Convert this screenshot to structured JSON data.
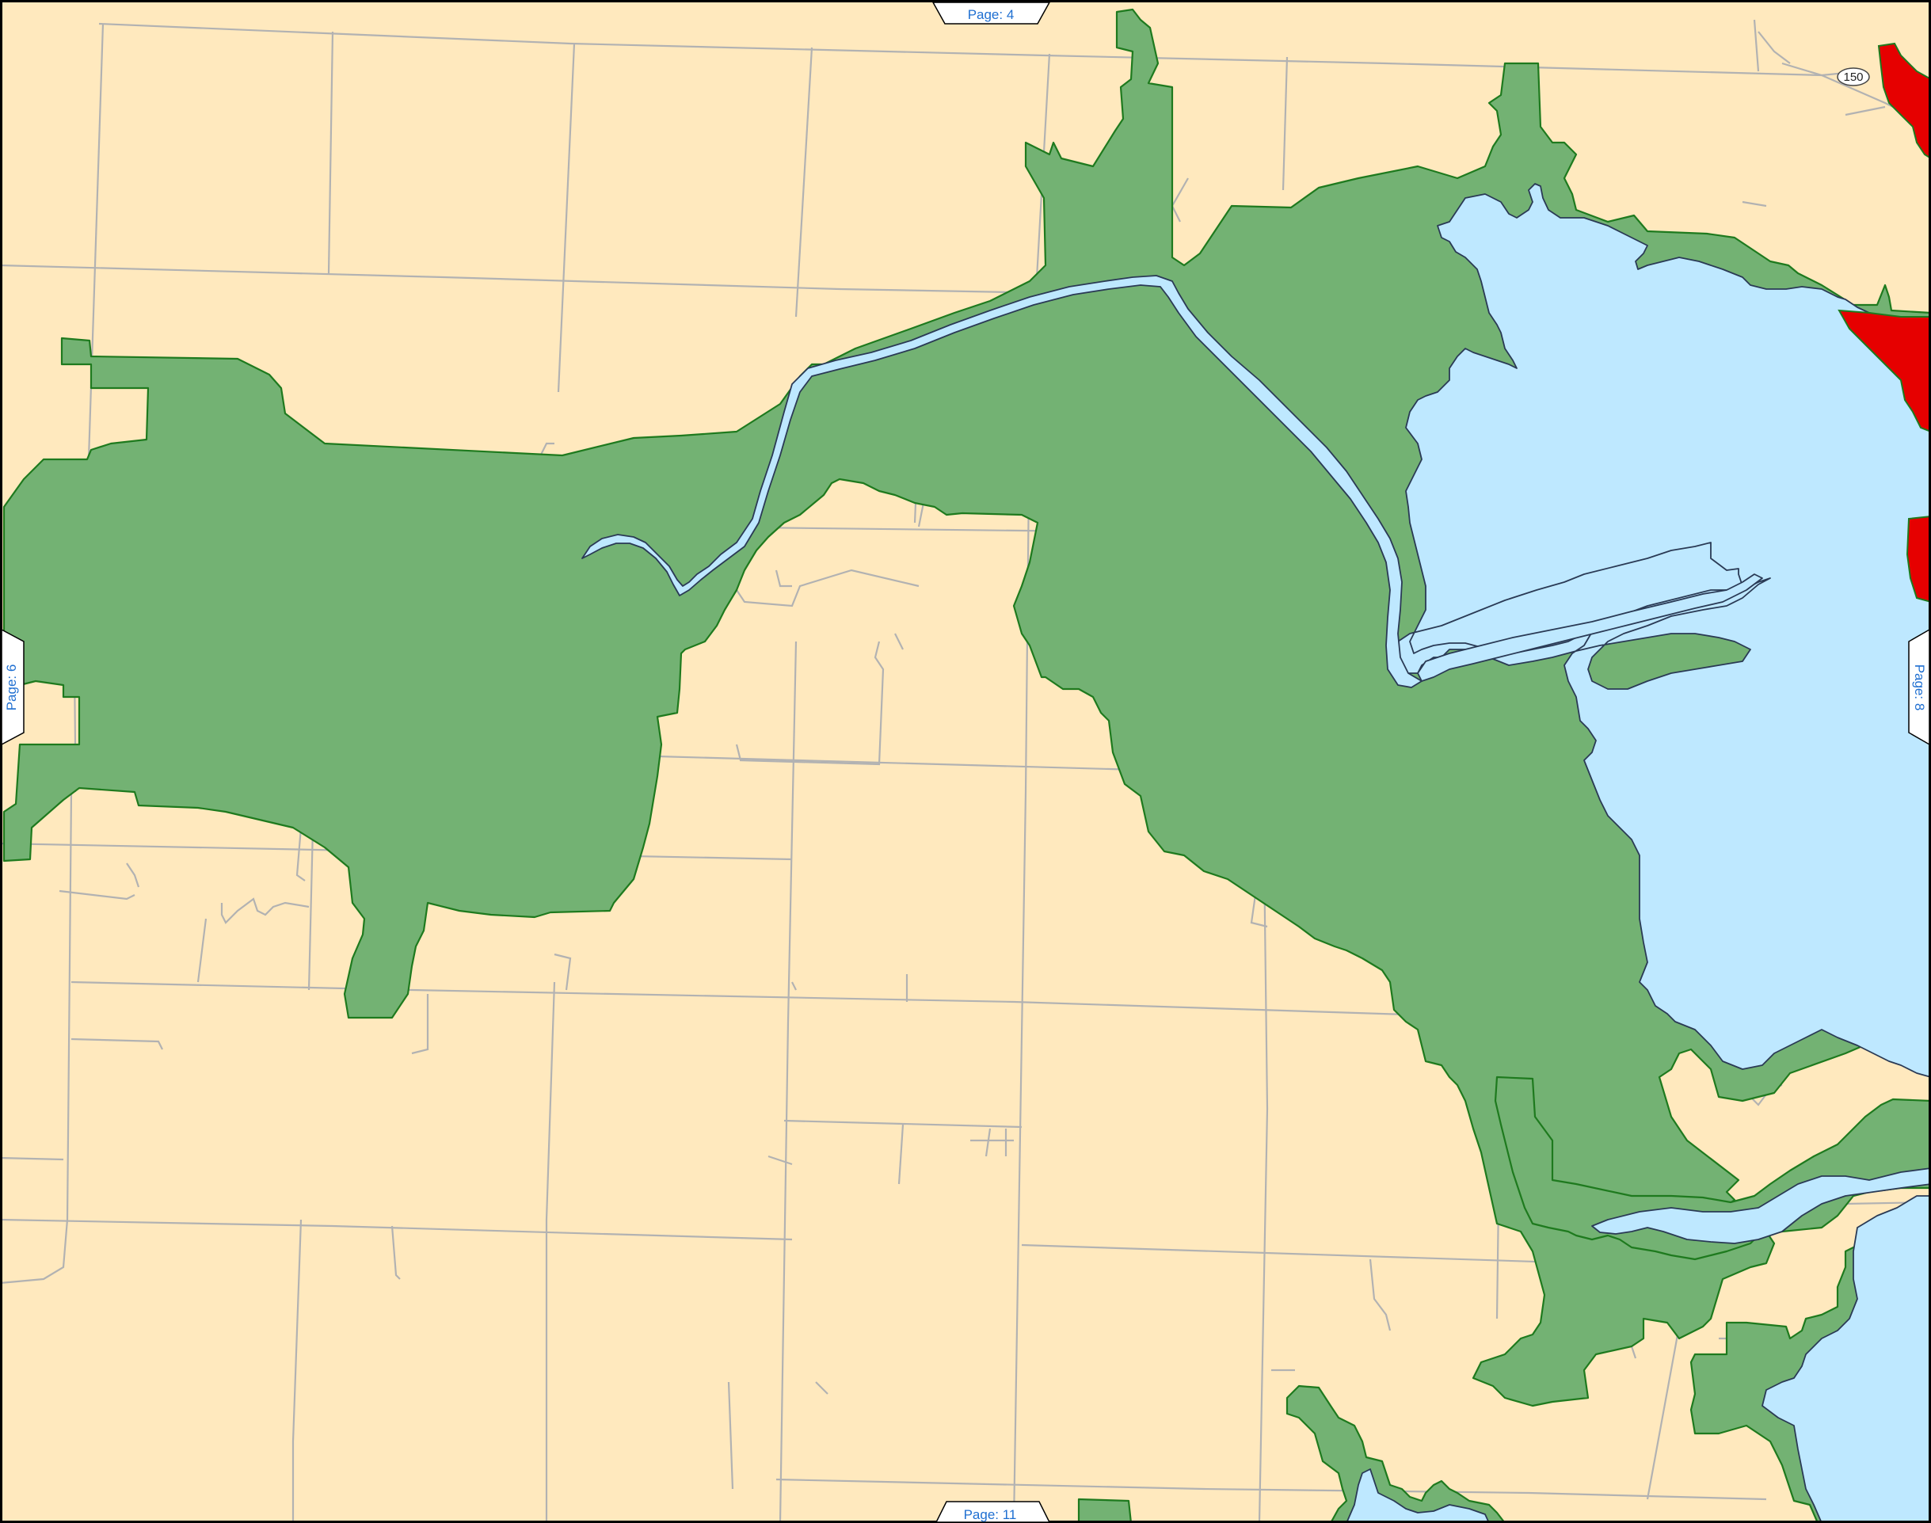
{
  "map": {
    "colors": {
      "land": "#FFE9BE",
      "forest": "#73B273",
      "forest_edge": "#1E7A1E",
      "water": "#BEE8FF",
      "water_edge": "#2A3A55",
      "urban": "#E60000",
      "road": "#B2B2B2",
      "frame": "#000000"
    },
    "page_tabs": {
      "top": "Page: 4",
      "bottom": "Page: 11",
      "left": "Page: 6",
      "right": "Page: 8"
    },
    "route_shield": "150"
  }
}
